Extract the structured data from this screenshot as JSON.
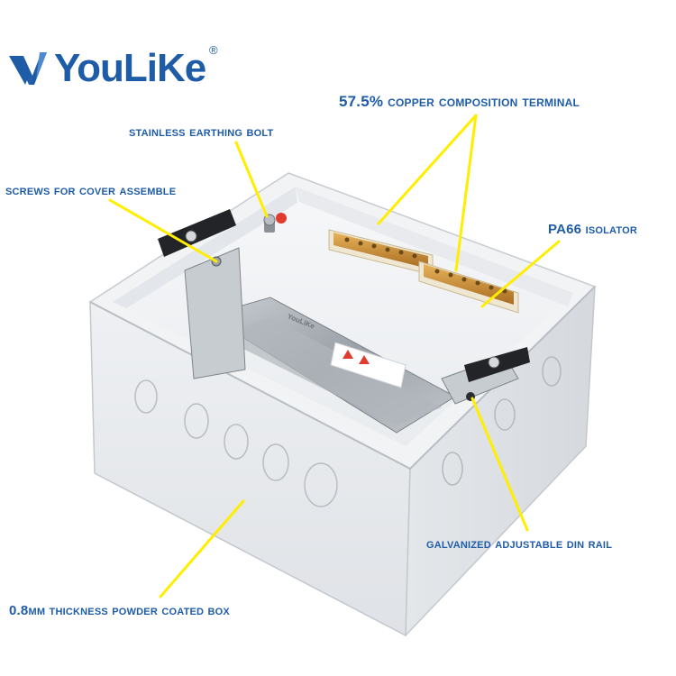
{
  "brand": {
    "name": "YouLiKe",
    "registered_mark": "®",
    "color": "#1f5ca8",
    "box_logo_text": "YouLiKe"
  },
  "annotations": {
    "copper_terminal": "57.5% copper composition terminal",
    "earthing_bolt": "stainless earthing bolt",
    "cover_screws": "screws for cover assemble",
    "isolator": "PA66 isolator",
    "din_rail": "galvanized adjustable din rail",
    "box": "0.8mm thickness powder coated box"
  },
  "pointer_color": "#ffee00"
}
